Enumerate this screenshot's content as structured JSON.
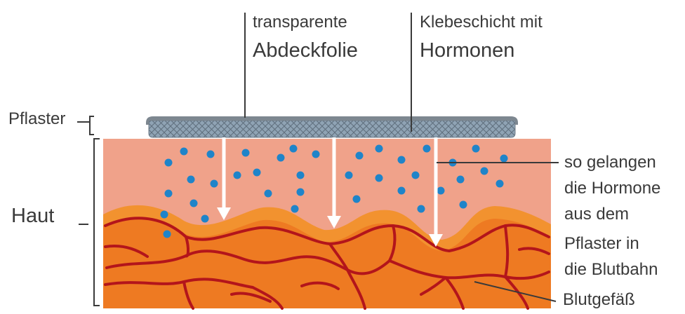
{
  "labels": {
    "cover_film_line1": "transparente",
    "cover_film_line2": "Abdeckfolie",
    "adhesive_line1": "Klebeschicht mit",
    "adhesive_line2": "Hormonen",
    "patch": "Pflaster",
    "skin": "Haut",
    "transport_line1": "so gelangen",
    "transport_line2": "die Hormone",
    "transport_line3": "aus dem",
    "transport_line4": "Pflaster in",
    "transport_line5": "die Blutbahn",
    "blood_vessel": "Blutgefäß"
  },
  "colors": {
    "cover_film": "#7d8790",
    "adhesive_layer": "#8fa3b4",
    "epidermis": "#f0a28a",
    "dermis_light": "#f2922f",
    "dermis": "#ee7a22",
    "vessel": "#b3151b",
    "hormone_dot": "#1f84c9",
    "arrow": "#ffffff",
    "line": "#3a3a3a"
  }
}
